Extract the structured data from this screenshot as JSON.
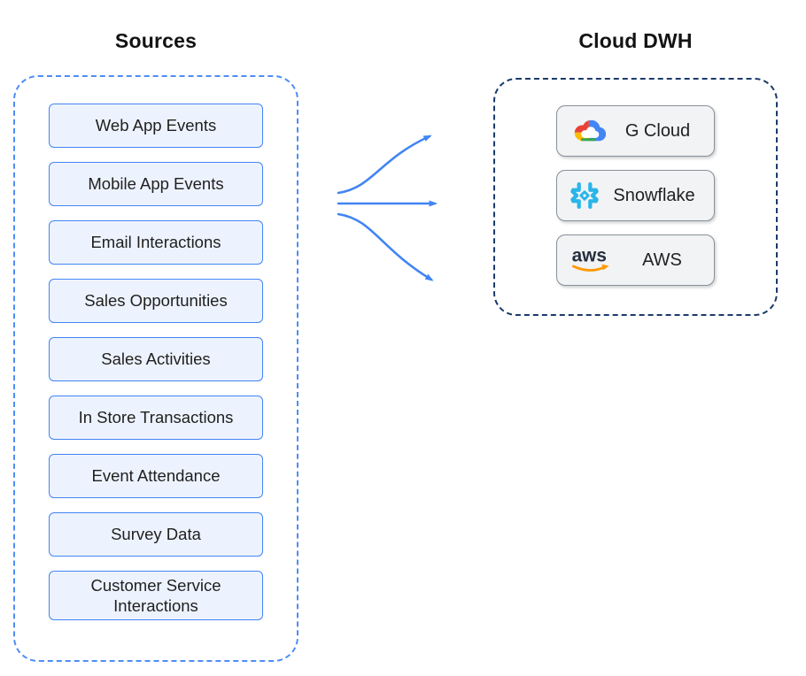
{
  "sources": {
    "title": "Sources",
    "items": [
      "Web App Events",
      "Mobile App Events",
      "Email Interactions",
      "Sales Opportunities",
      "Sales Activities",
      "In Store Transactions",
      "Event Attendance",
      "Survey Data",
      "Customer Service Interactions"
    ]
  },
  "cloud_dwh": {
    "title": "Cloud DWH",
    "providers": [
      {
        "label": "G Cloud",
        "icon": "google-cloud-icon"
      },
      {
        "label": "Snowflake",
        "icon": "snowflake-icon"
      },
      {
        "label": "AWS",
        "icon": "aws-icon",
        "logo_text": "aws"
      }
    ]
  },
  "colors": {
    "arrow": "#4285F4",
    "sources_frame": "#4E8DF5",
    "source_box_border": "#4285F4",
    "source_box_fill": "#EDF3FE",
    "dwh_frame": "#1B3A6B",
    "provider_box_fill": "#F1F3F4",
    "provider_box_border": "#8A9199",
    "google_red": "#EA4335",
    "google_yellow": "#FBBC05",
    "google_green": "#34A853",
    "google_blue": "#4285F4",
    "snowflake_blue": "#29B5E8",
    "aws_navy": "#252F3E",
    "aws_orange": "#FF9900"
  }
}
